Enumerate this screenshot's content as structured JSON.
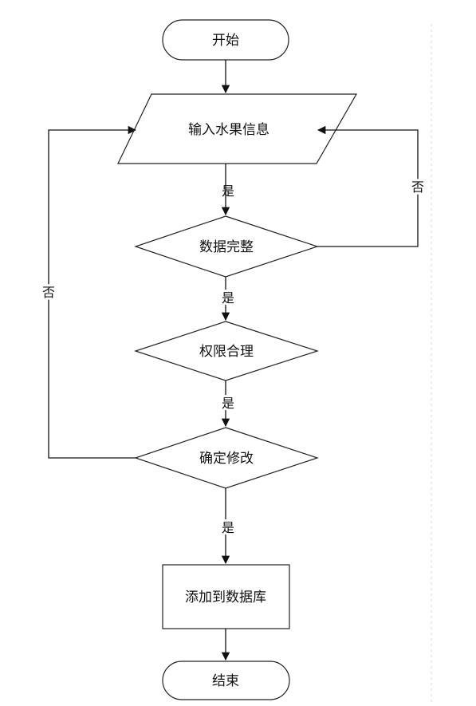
{
  "nodes": {
    "start": "开始",
    "input": "输入水果信息",
    "check_complete": "数据完整",
    "check_permission": "权限合理",
    "confirm": "确定修改",
    "save": "添加到数据库",
    "end": "结束"
  },
  "edge_labels": {
    "yes": "是",
    "no": "否"
  }
}
